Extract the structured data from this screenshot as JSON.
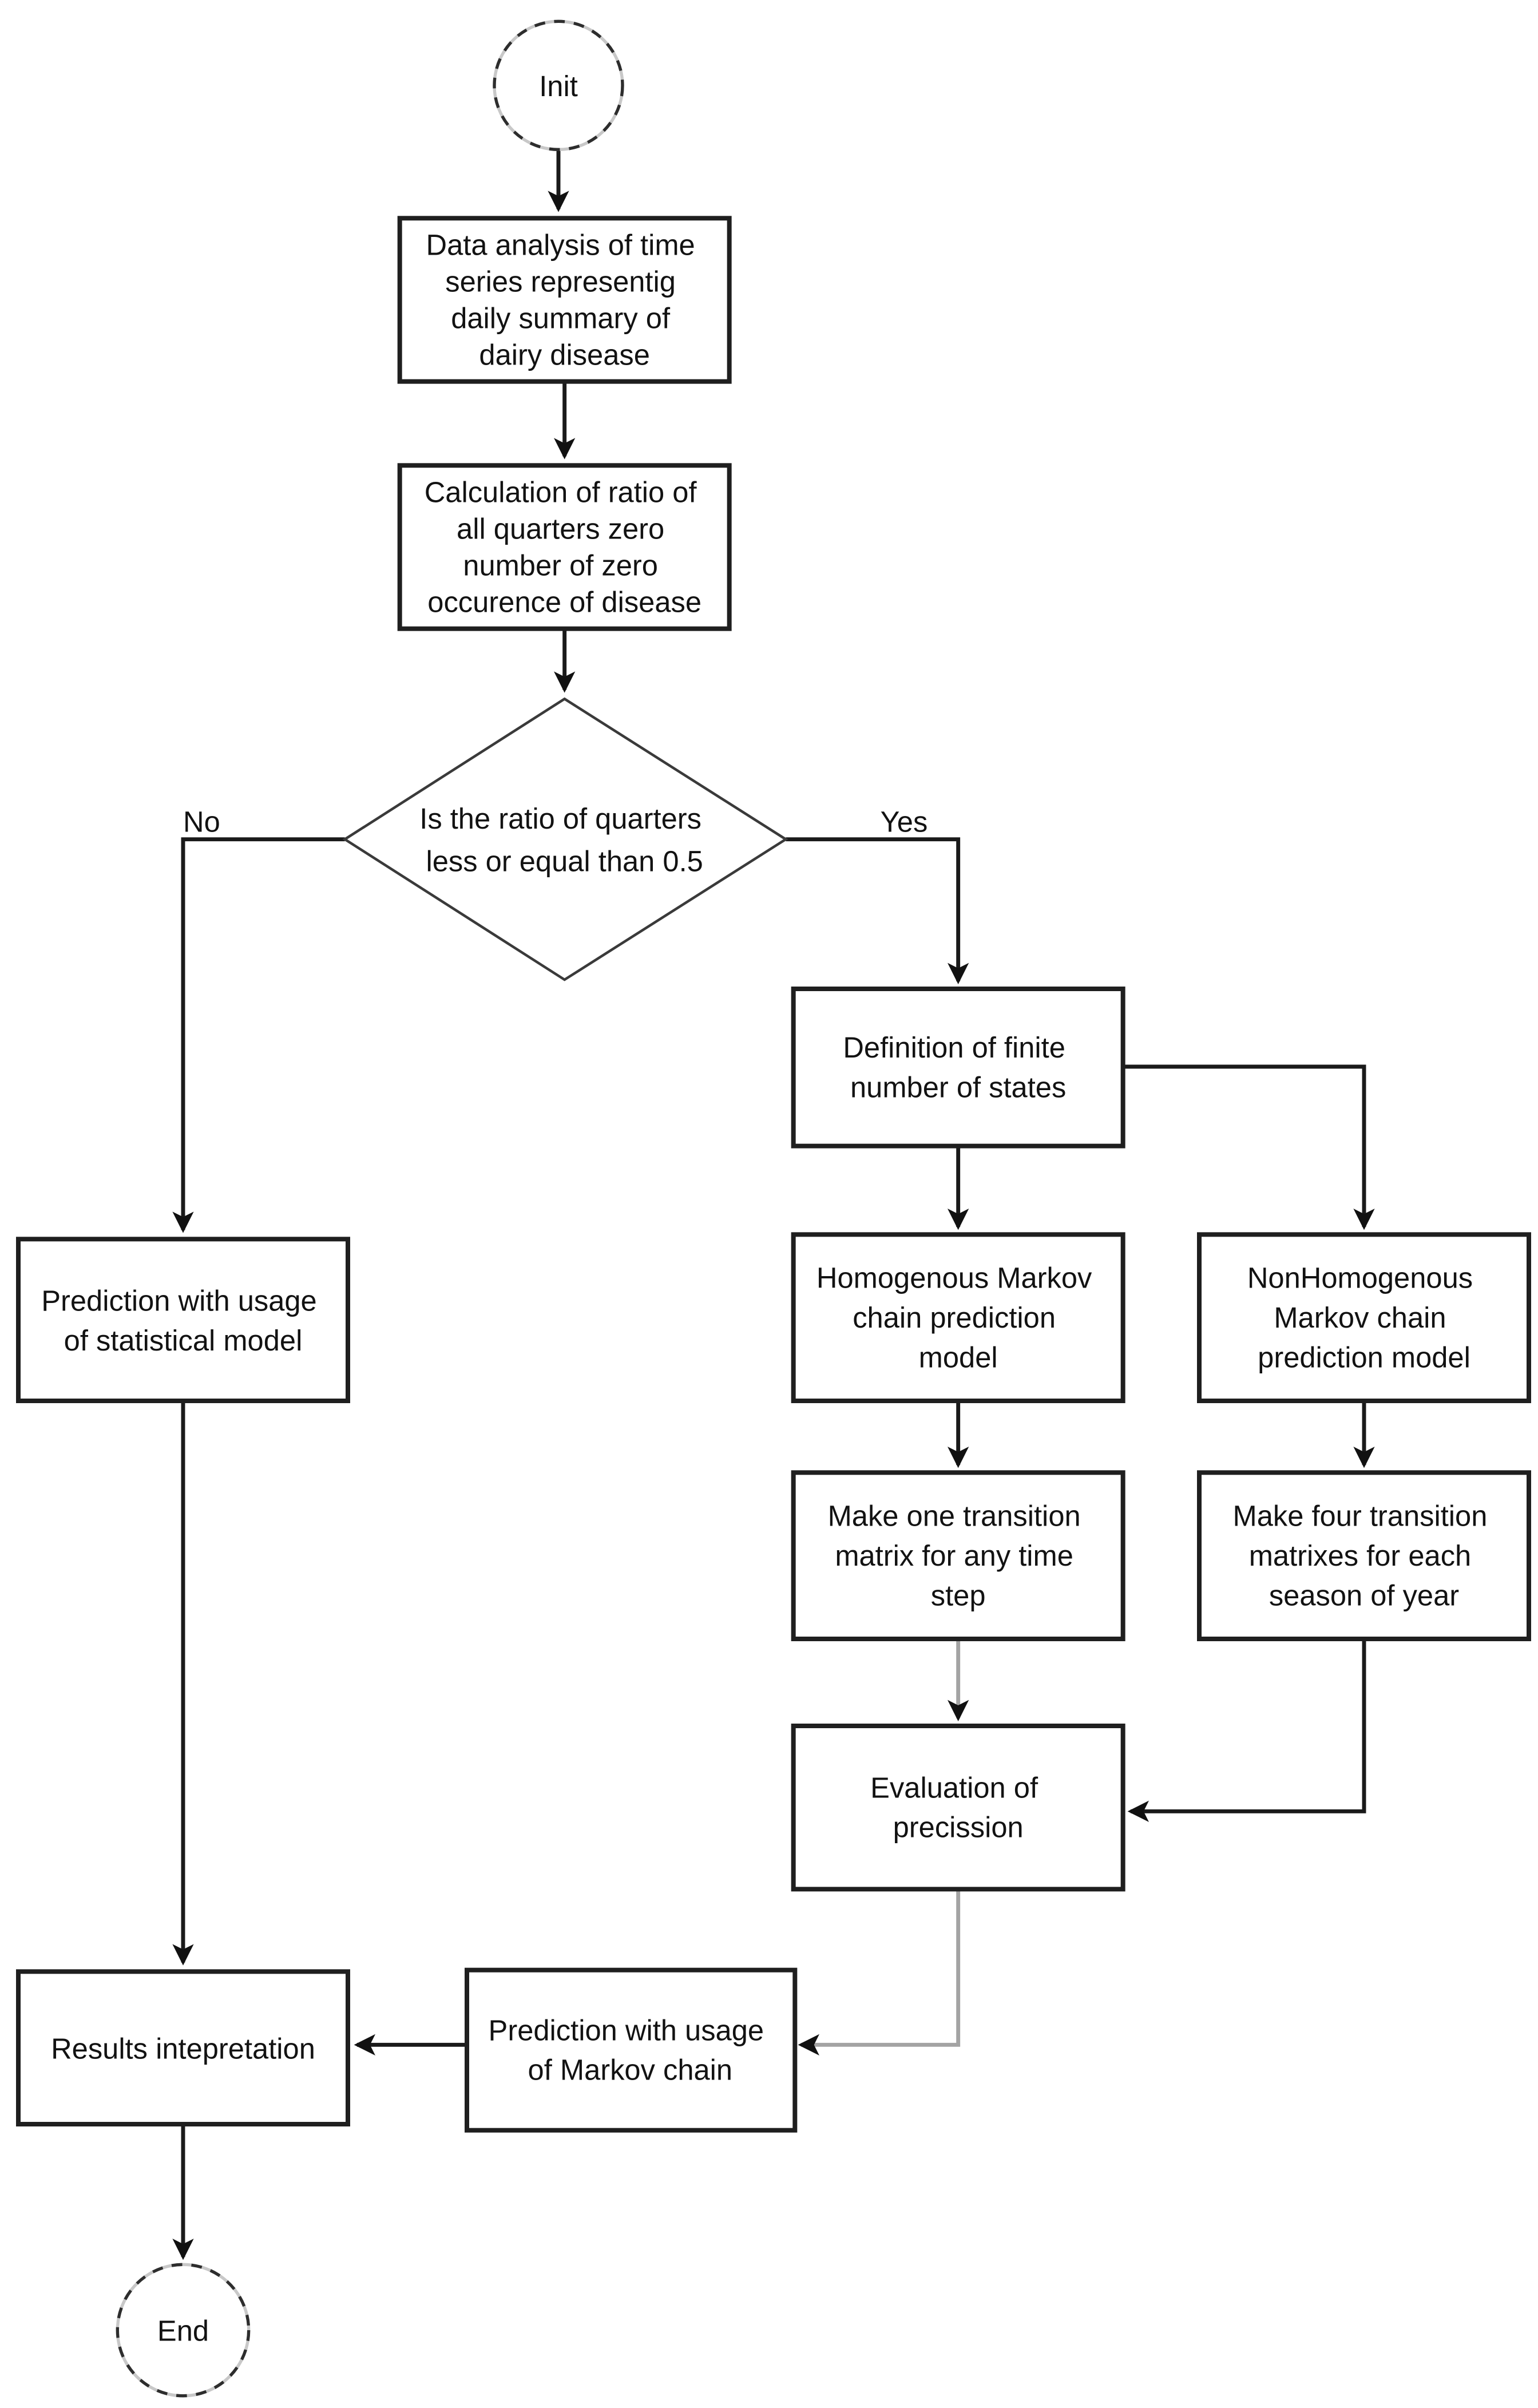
{
  "figure": {
    "type": "flowchart",
    "description": "Flowchart of dairy disease time-series prediction using Markov chain models"
  },
  "style": {
    "background": "#ffffff",
    "node_fill": "#ffffff",
    "node_border": "#1f1f1f",
    "connector_color": "#1a1a1a",
    "gray_connector_color": "#a3a3a3",
    "text_color": "#121212"
  },
  "nodes": {
    "init": {
      "shape": "circle",
      "label": "Init"
    },
    "data_analysis": {
      "shape": "rect",
      "lines": [
        "Data analysis of time",
        "series representig",
        "daily summary of",
        "dairy disease"
      ]
    },
    "ratio_calc": {
      "shape": "rect",
      "lines": [
        "Calculation of ratio of",
        "all quarters zero",
        "number of zero",
        "occurence of disease"
      ]
    },
    "ratio_decision": {
      "shape": "diamond",
      "lines": [
        "Is the ratio of quarters",
        "less or equal than 0.5"
      ]
    },
    "statistical_prediction": {
      "shape": "rect",
      "lines": [
        "Prediction with usage",
        "of statistical model"
      ]
    },
    "define_states": {
      "shape": "rect",
      "lines": [
        "Definition of finite",
        "number of states"
      ]
    },
    "homogeneous_model": {
      "shape": "rect",
      "lines": [
        "Homogenous Markov",
        "chain prediction",
        "model"
      ]
    },
    "nonhomogeneous_model": {
      "shape": "rect",
      "lines": [
        "NonHomogenous",
        "Markov chain",
        "prediction model"
      ]
    },
    "one_matrix": {
      "shape": "rect",
      "lines": [
        "Make one transition",
        "matrix for any time",
        "step"
      ]
    },
    "four_matrices": {
      "shape": "rect",
      "lines": [
        "Make four transition",
        "matrixes for each",
        "season of year"
      ]
    },
    "evaluation": {
      "shape": "rect",
      "lines": [
        "Evaluation of",
        "precission"
      ]
    },
    "markov_prediction": {
      "shape": "rect",
      "lines": [
        "Prediction with usage",
        "of Markov chain"
      ]
    },
    "results": {
      "shape": "rect",
      "lines": [
        "Results intepretation"
      ]
    },
    "end": {
      "shape": "circle",
      "label": "End"
    }
  },
  "edge_labels": {
    "no": "No",
    "yes": "Yes"
  }
}
